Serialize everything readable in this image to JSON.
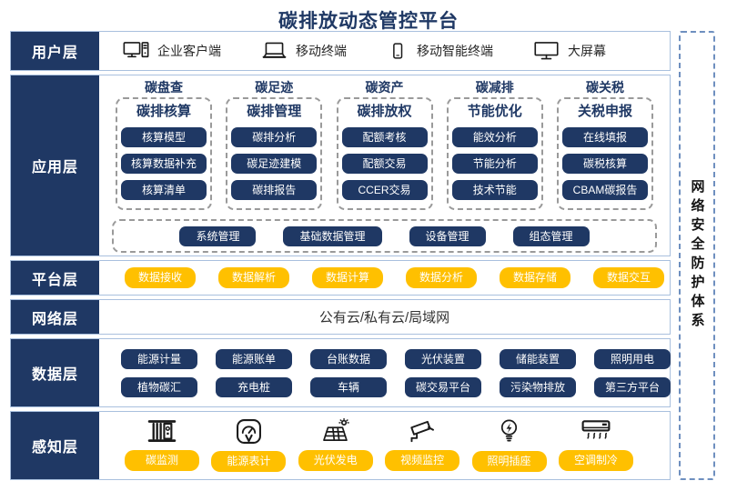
{
  "title": "碳排放动态管控平台",
  "security": {
    "label": "网络安全防护体系"
  },
  "user_layer": {
    "label": "用户层",
    "items": [
      {
        "icon": "desktop-computer-icon",
        "label": "企业客户端"
      },
      {
        "icon": "laptop-icon",
        "label": "移动终端"
      },
      {
        "icon": "smartphone-icon",
        "label": "移动智能终端"
      },
      {
        "icon": "big-screen-icon",
        "label": "大屏幕"
      }
    ]
  },
  "application_layer": {
    "label": "应用层",
    "columns": [
      {
        "header": "碳盘查",
        "group": "碳排核算",
        "items": [
          "核算模型",
          "核算数据补充",
          "核算清单"
        ]
      },
      {
        "header": "碳足迹",
        "group": "碳排管理",
        "items": [
          "碳排分析",
          "碳足迹建模",
          "碳排报告"
        ]
      },
      {
        "header": "碳资产",
        "group": "碳排放权",
        "items": [
          "配额考核",
          "配额交易",
          "CCER交易"
        ]
      },
      {
        "header": "碳减排",
        "group": "节能优化",
        "items": [
          "能效分析",
          "节能分析",
          "技术节能"
        ]
      },
      {
        "header": "碳关税",
        "group": "关税申报",
        "items": [
          "在线填报",
          "碳税核算",
          "CBAM碳报告"
        ]
      }
    ],
    "management_items": [
      "系统管理",
      "基础数据管理",
      "设备管理",
      "组态管理"
    ]
  },
  "platform_layer": {
    "label": "平台层",
    "items": [
      "数据接收",
      "数据解析",
      "数据计算",
      "数据分析",
      "数据存储",
      "数据交互"
    ]
  },
  "network_layer": {
    "label": "网络层",
    "content": "公有云/私有云/局域网"
  },
  "data_layer": {
    "label": "数据层",
    "rows": [
      [
        "能源计量",
        "能源账单",
        "台账数据",
        "光伏装置",
        "储能装置",
        "照明用电"
      ],
      [
        "植物碳汇",
        "充电桩",
        "车辆",
        "碳交易平台",
        "污染物排放",
        "第三方平台"
      ]
    ]
  },
  "perception_layer": {
    "label": "感知层",
    "items": [
      {
        "icon": "carbon-monitor-icon",
        "label": "碳监测"
      },
      {
        "icon": "energy-meter-icon",
        "label": "能源表计"
      },
      {
        "icon": "solar-panel-icon",
        "label": "光伏发电"
      },
      {
        "icon": "cctv-camera-icon",
        "label": "视频监控"
      },
      {
        "icon": "lightbulb-icon",
        "label": "照明插座"
      },
      {
        "icon": "air-conditioner-icon",
        "label": "空调制冷"
      }
    ]
  },
  "colors": {
    "navy": "#1F3864",
    "yellow": "#FFC000",
    "band_border": "#A9C0DE",
    "dashed_border": "#999999"
  }
}
